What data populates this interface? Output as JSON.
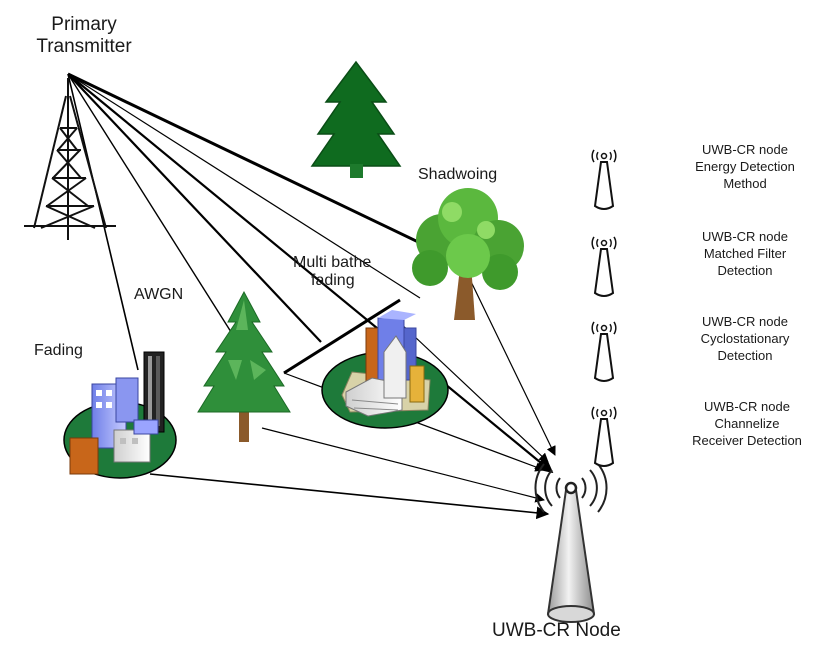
{
  "labels": {
    "primary_transmitter_line1": "Primary",
    "primary_transmitter_line2": "Transmitter",
    "shadowing": "Shadwoing",
    "multipath_line1": "Multi bathe",
    "multipath_line2": "fading",
    "awgn": "AWGN",
    "fading": "Fading",
    "uwb_cr_node": "UWB-CR Node"
  },
  "legend": [
    {
      "line1": "UWB-CR node",
      "line2": "Energy Detection",
      "line3": "Method"
    },
    {
      "line1": "UWB-CR node",
      "line2": "Matched Filter",
      "line3": "Detection"
    },
    {
      "line1": "UWB-CR node",
      "line2": "Cyclostationary",
      "line3": "Detection"
    },
    {
      "line1": "UWB-CR node",
      "line2": "Channelize",
      "line3": "Receiver Detection"
    }
  ],
  "icons": {
    "transmitter": "tower-icon",
    "tree": "tree-icon",
    "buildings": "city-icon",
    "antenna": "antenna-icon"
  },
  "colors": {
    "pine_dark": "#0f6b1f",
    "pine_light": "#2f8f3a",
    "oak_leaves": "#57b43c",
    "ellipse_fill": "#1e7a3a",
    "line": "#000000"
  }
}
